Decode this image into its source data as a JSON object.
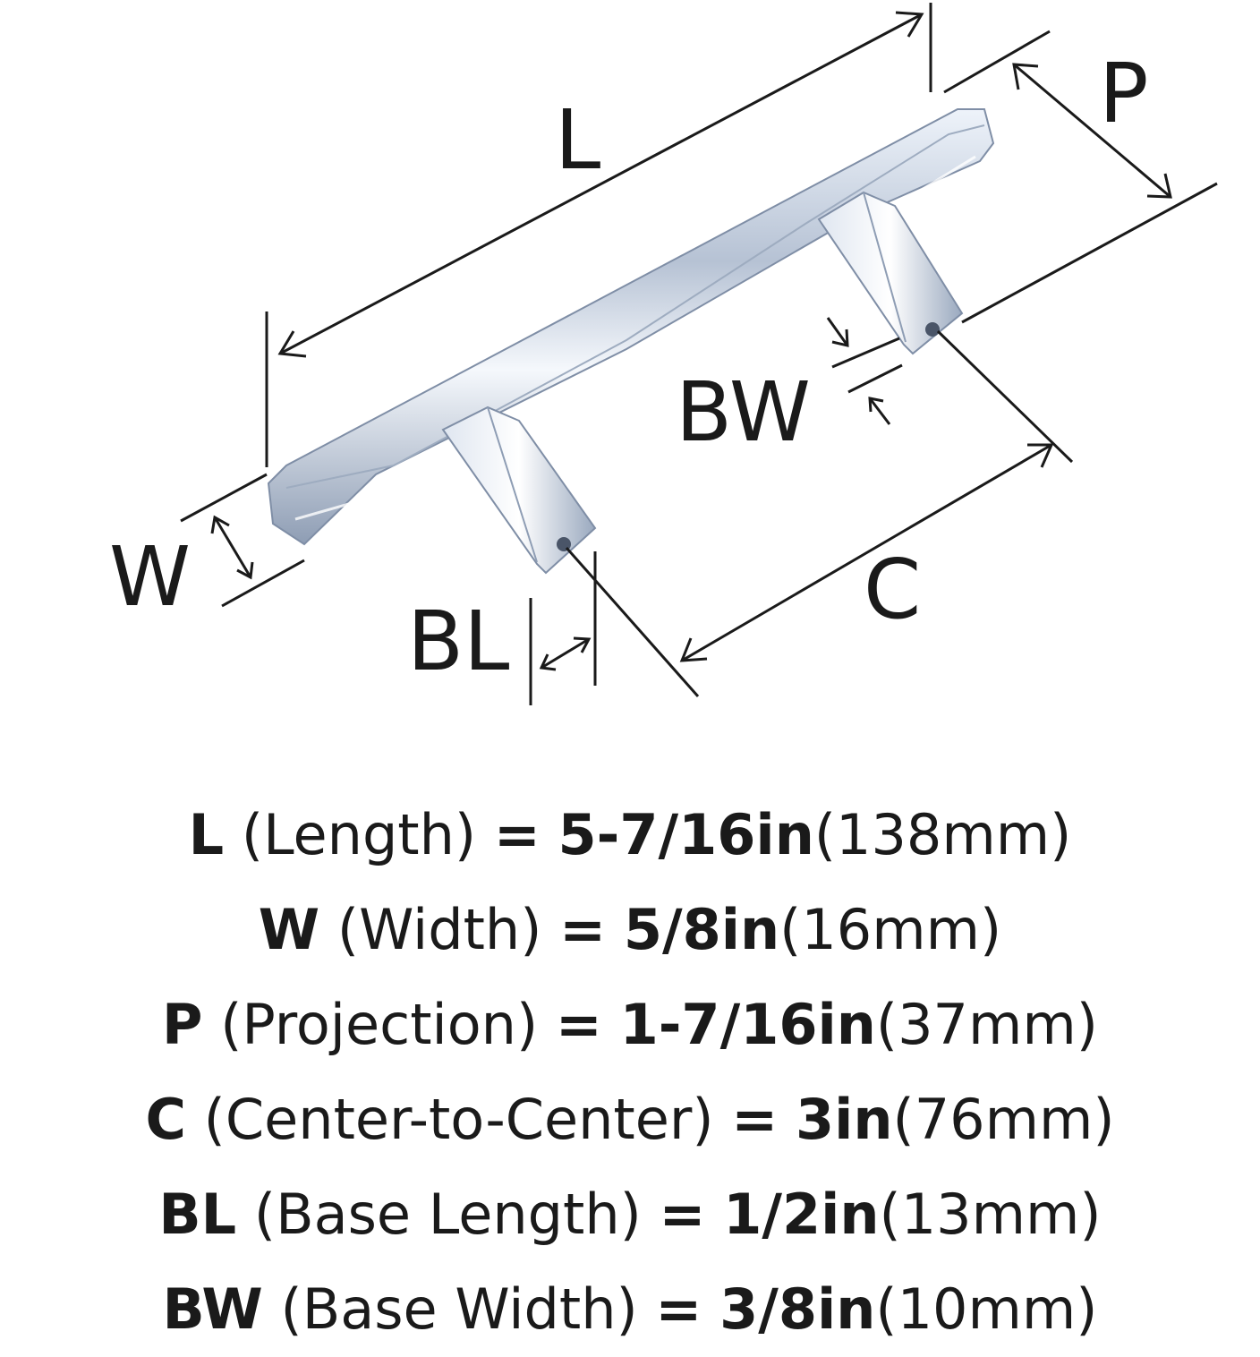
{
  "diagram": {
    "labels": {
      "L": "L",
      "P": "P",
      "BW": "BW",
      "W": "W",
      "BL": "BL",
      "C": "C"
    },
    "product_color": "#c9d3e0",
    "line_color": "#1a1a1a"
  },
  "specs": [
    {
      "code": "L",
      "desc": "(Length)",
      "eq": "=",
      "imperial": "5-7/16in",
      "metric": "(138mm)"
    },
    {
      "code": "W",
      "desc": "(Width)",
      "eq": "=",
      "imperial": "5/8in",
      "metric": "(16mm)"
    },
    {
      "code": "P",
      "desc": "(Projection)",
      "eq": "=",
      "imperial": "1-7/16in",
      "metric": "(37mm)"
    },
    {
      "code": "C",
      "desc": "(Center-to-Center)",
      "eq": "=",
      "imperial": "3in",
      "metric": "(76mm)"
    },
    {
      "code": "BL",
      "desc": "(Base Length)",
      "eq": "=",
      "imperial": "1/2in",
      "metric": "(13mm)"
    },
    {
      "code": "BW",
      "desc": "(Base Width)",
      "eq": "=",
      "imperial": "3/8in",
      "metric": "(10mm)"
    }
  ]
}
